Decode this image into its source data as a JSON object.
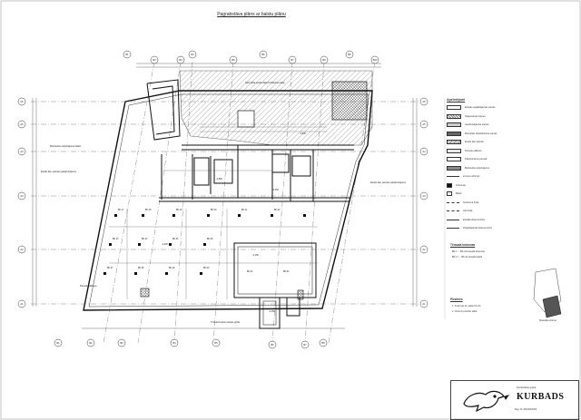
{
  "drawing": {
    "title": "Pagrabstāva plāns ar balstu plānu",
    "grid_labels": {
      "top_columns": [
        "B1",
        "B2",
        "B3",
        "B4",
        "B5",
        "B6",
        "B7",
        "B8",
        "B9",
        "B10"
      ],
      "left_rows": [
        "A6",
        "A5",
        "A4",
        "A3",
        "A2",
        "A1"
      ],
      "right_rows": [
        "A6",
        "A5",
        "A4",
        "A3",
        "A2",
        "A1"
      ],
      "bottom_columns": [
        "B1",
        "B2",
        "B3",
        "B4",
        "B5",
        "B6",
        "B7",
        "B8"
      ]
    },
    "plan_notes": {
      "top_center": "Apzīmētā esošā ēkas būvbedres daļa",
      "left_upper": "Būvbedres stiprinājuma balsti",
      "left_middle": "Esošo ēku pamatu pastiprinājums",
      "right_middle": "Esošo ēku pamatu pastiprinājums",
      "bottom_left": "Pamatu plāksne",
      "bottom_center": "Transformatoru telpas grīda"
    },
    "room_tags": [
      "BK-17",
      "BK-18",
      "BK-19",
      "BK-20",
      "BK-21",
      "BK-22",
      "BK-23",
      "BK-24",
      "BK-25",
      "BK-26",
      "BK-27",
      "BK-28",
      "BK-29",
      "BK-30",
      "BK-31",
      "BK-32"
    ],
    "level_marks": [
      "-3,800",
      "-3,350",
      "-3,200",
      "-3,150",
      "-2,900",
      "-4,150"
    ]
  },
  "legend": {
    "heading": "Apzīmējumi",
    "items": [
      "Esošas saglabājamas sienas",
      "Nojaucamas sienas",
      "Jaunbūvējamas sienas",
      "Monolītas dzelzsbetona sienas",
      "Esošo ēku pamati",
      "Pamatu plāksne",
      "Pastiprināmie pamati",
      "Būvbedres stiprinājums",
      "Līmeņu atzīmes",
      "Kolonnas",
      "Balsti",
      "Griezuma līnija",
      "Ass līnija",
      "Esošās ēkas kontūrs",
      "Projektējamās ēkas kontūrs"
    ],
    "section2_heading": "Tērauda kolonnas",
    "section2_items": [
      "BK-1 ... BK-16 tērauda kolonnas",
      "BK-17 ... BK-32 tērauda balsti"
    ],
    "section3_heading": "Piezīmes",
    "section3_items": [
      "1. Kolonnas sk. lapās K1-K4",
      "2. Izmērus precizēt dabā"
    ],
    "small_inset": "Situācijas shēma"
  },
  "stamp": {
    "company_top": "būvniecības grupa",
    "company": "KURBADS",
    "bottom_line": "Reģ. Nr. 40103222323"
  }
}
